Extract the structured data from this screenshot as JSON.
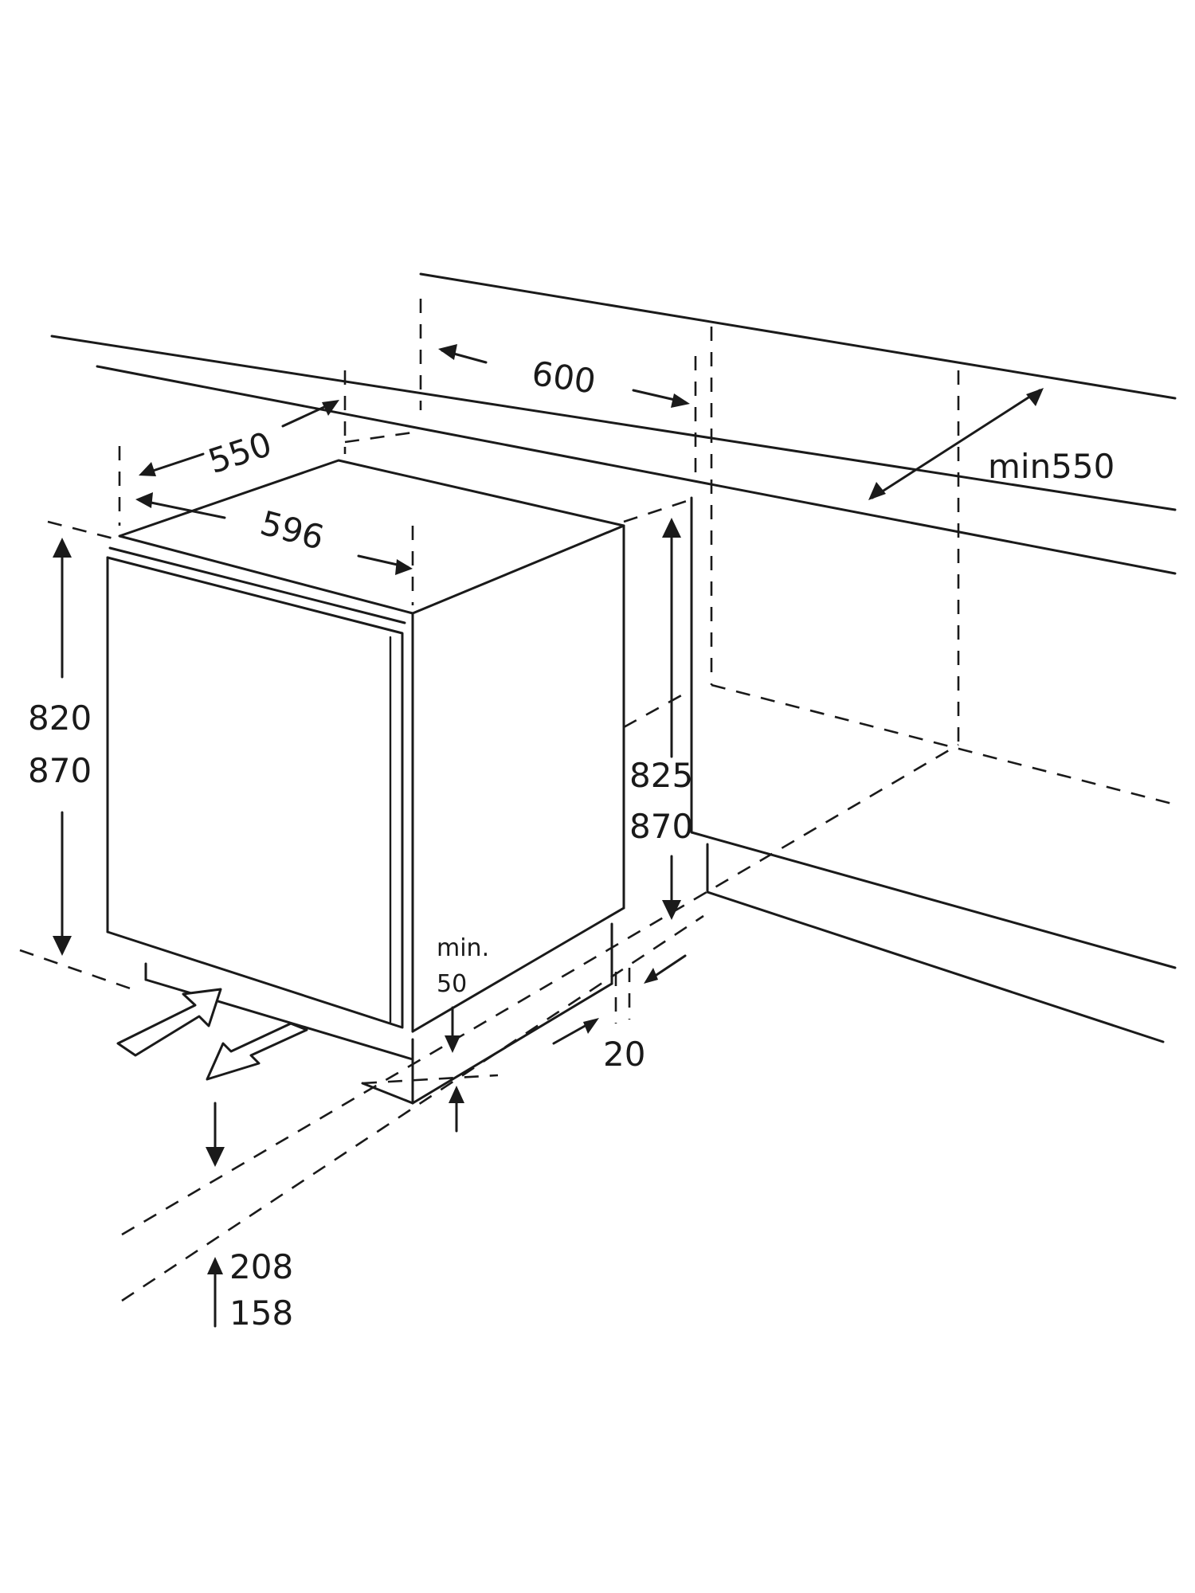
{
  "labels": {
    "cabinet_width": "600",
    "cabinet_depth": "min550",
    "appliance_depth": "550",
    "appliance_width": "596",
    "appliance_height_min": "820",
    "appliance_height_max": "870",
    "niche_height_min": "825",
    "niche_height_max": "870",
    "vent_gap_caption": "min.",
    "vent_gap_value": "50",
    "side_gap": "20",
    "plinth_height_max": "208",
    "plinth_height_min": "158"
  }
}
